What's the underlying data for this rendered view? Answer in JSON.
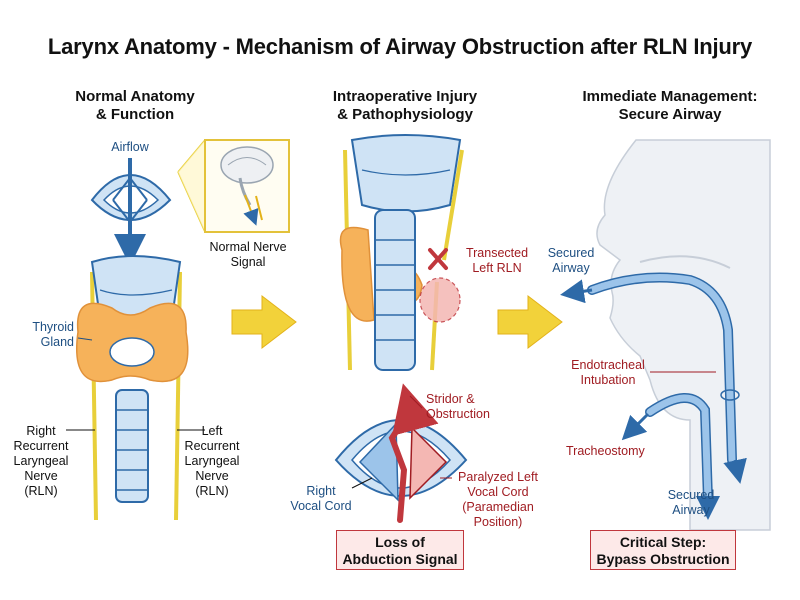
{
  "title": "Larynx Anatomy - Mechanism of Airway Obstruction after RLN Injury",
  "panels": {
    "normal": {
      "heading_line1": "Normal Anatomy",
      "heading_line2": "& Function",
      "airflow": "Airflow",
      "nerve_signal_line1": "Normal Nerve",
      "nerve_signal_line2": "Signal",
      "thyroid_line1": "Thyroid",
      "thyroid_line2": "Gland",
      "right_rln_line1": "Right",
      "right_rln_line2": "Recurrent",
      "right_rln_line3": "Laryngeal",
      "right_rln_line4": "Nerve",
      "right_rln_line5": "(RLN)",
      "left_rln_line1": "Left",
      "left_rln_line2": "Recurrent",
      "left_rln_line3": "Laryngeal",
      "left_rln_line4": "Nerve",
      "left_rln_line5": "(RLN)"
    },
    "injury": {
      "heading_line1": "Intraoperative Injury",
      "heading_line2": "& Pathophysiology",
      "transected_line1": "Transected",
      "transected_line2": "Left RLN",
      "stridor_line1": "Stridor &",
      "stridor_line2": "Obstruction",
      "right_cord_line1": "Right",
      "right_cord_line2": "Vocal Cord",
      "paralyzed_line1": "Paralyzed Left",
      "paralyzed_line2": "Vocal Cord",
      "paralyzed_line3": "(Paramedian",
      "paralyzed_line4": "Position)",
      "box_line1": "Loss of",
      "box_line2": "Abduction Signal"
    },
    "management": {
      "heading_line1": "Immediate Management:",
      "heading_line2": "Secure Airway",
      "secured_top_line1": "Secured",
      "secured_top_line2": "Airway",
      "endotracheal_line1": "Endotracheal",
      "endotracheal_line2": "Intubation",
      "tracheostomy": "Tracheostomy",
      "secured_bottom_line1": "Secured",
      "secured_bottom_line2": "Airway",
      "box_line1": "Critical Step:",
      "box_line2": "Bypass Obstruction"
    }
  },
  "colors": {
    "cartilage": "#cfe3f5",
    "outline": "#2e6aa8",
    "thyroid": "#f6b25a",
    "nerve": "#e8cf3a",
    "arrow": "#f2d23a",
    "accent_red": "#a01c22",
    "tube": "#9cc4ea"
  }
}
